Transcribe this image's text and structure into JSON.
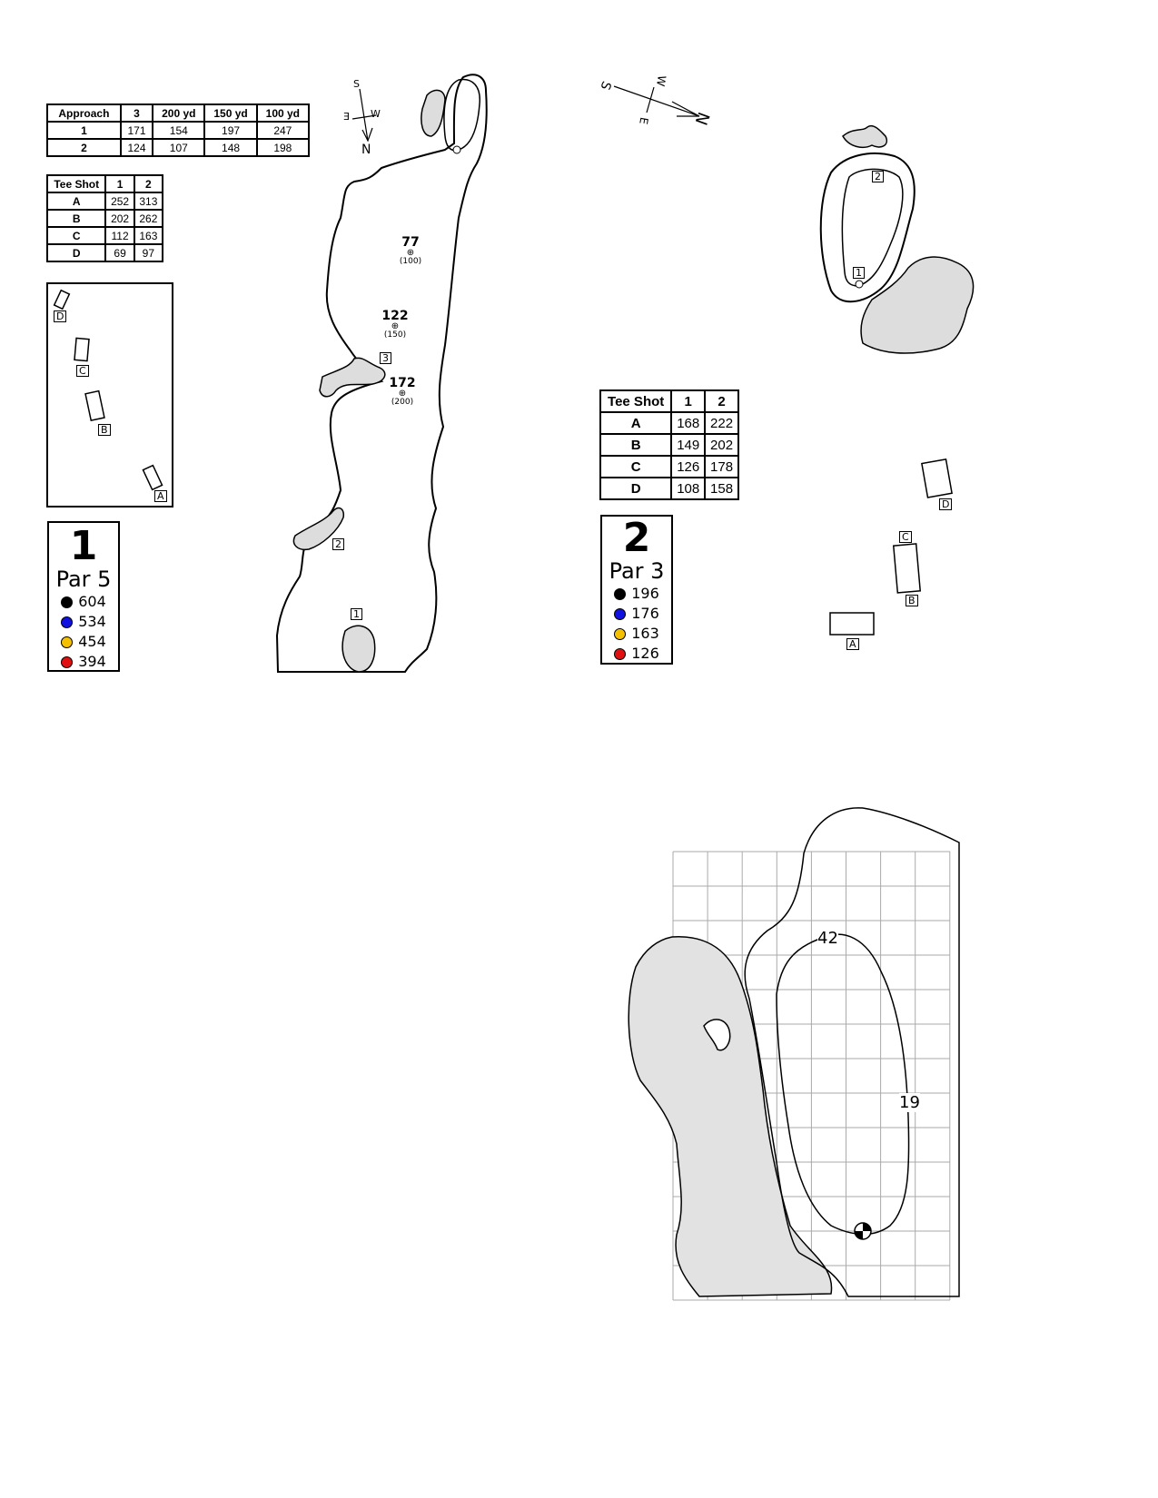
{
  "hole1": {
    "number": "1",
    "par": "Par 5",
    "tees": [
      {
        "color": "#000000",
        "yards": "604"
      },
      {
        "color": "#1010e0",
        "yards": "534"
      },
      {
        "color": "#f5c000",
        "yards": "454"
      },
      {
        "color": "#e01010",
        "yards": "394"
      }
    ],
    "approach_table": {
      "headers": [
        "Approach",
        "3",
        "200 yd",
        "150 yd",
        "100 yd"
      ],
      "rows": [
        [
          "1",
          "171",
          "154",
          "197",
          "247"
        ],
        [
          "2",
          "124",
          "107",
          "148",
          "198"
        ]
      ]
    },
    "tee_shot_table": {
      "headers": [
        "Tee Shot",
        "1",
        "2"
      ],
      "rows": [
        [
          "A",
          "252",
          "313"
        ],
        [
          "B",
          "202",
          "262"
        ],
        [
          "C",
          "112",
          "163"
        ],
        [
          "D",
          "69",
          "97"
        ]
      ]
    },
    "tee_box_labels": [
      "D",
      "C",
      "B",
      "A"
    ],
    "hazard_labels": [
      "1",
      "2",
      "3"
    ],
    "markers": [
      {
        "yards": "77",
        "ref": "(100)"
      },
      {
        "yards": "122",
        "ref": "(150)"
      },
      {
        "yards": "172",
        "ref": "(200)"
      }
    ],
    "compass": {
      "n": "N",
      "s": "S",
      "e": "E",
      "w": "W"
    }
  },
  "hole2": {
    "number": "2",
    "par": "Par 3",
    "tees": [
      {
        "color": "#000000",
        "yards": "196"
      },
      {
        "color": "#1010e0",
        "yards": "176"
      },
      {
        "color": "#f5c000",
        "yards": "163"
      },
      {
        "color": "#e01010",
        "yards": "126"
      }
    ],
    "tee_shot_table": {
      "headers": [
        "Tee Shot",
        "1",
        "2"
      ],
      "rows": [
        [
          "A",
          "168",
          "222"
        ],
        [
          "B",
          "149",
          "202"
        ],
        [
          "C",
          "126",
          "178"
        ],
        [
          "D",
          "108",
          "158"
        ]
      ]
    },
    "tee_box_labels": [
      "D",
      "C",
      "B",
      "A"
    ],
    "green_labels": [
      "1",
      "2"
    ],
    "compass": {
      "n": "N",
      "s": "S",
      "e": "E",
      "w": "W"
    }
  },
  "green_detail": {
    "depth": "42",
    "width": "19"
  }
}
